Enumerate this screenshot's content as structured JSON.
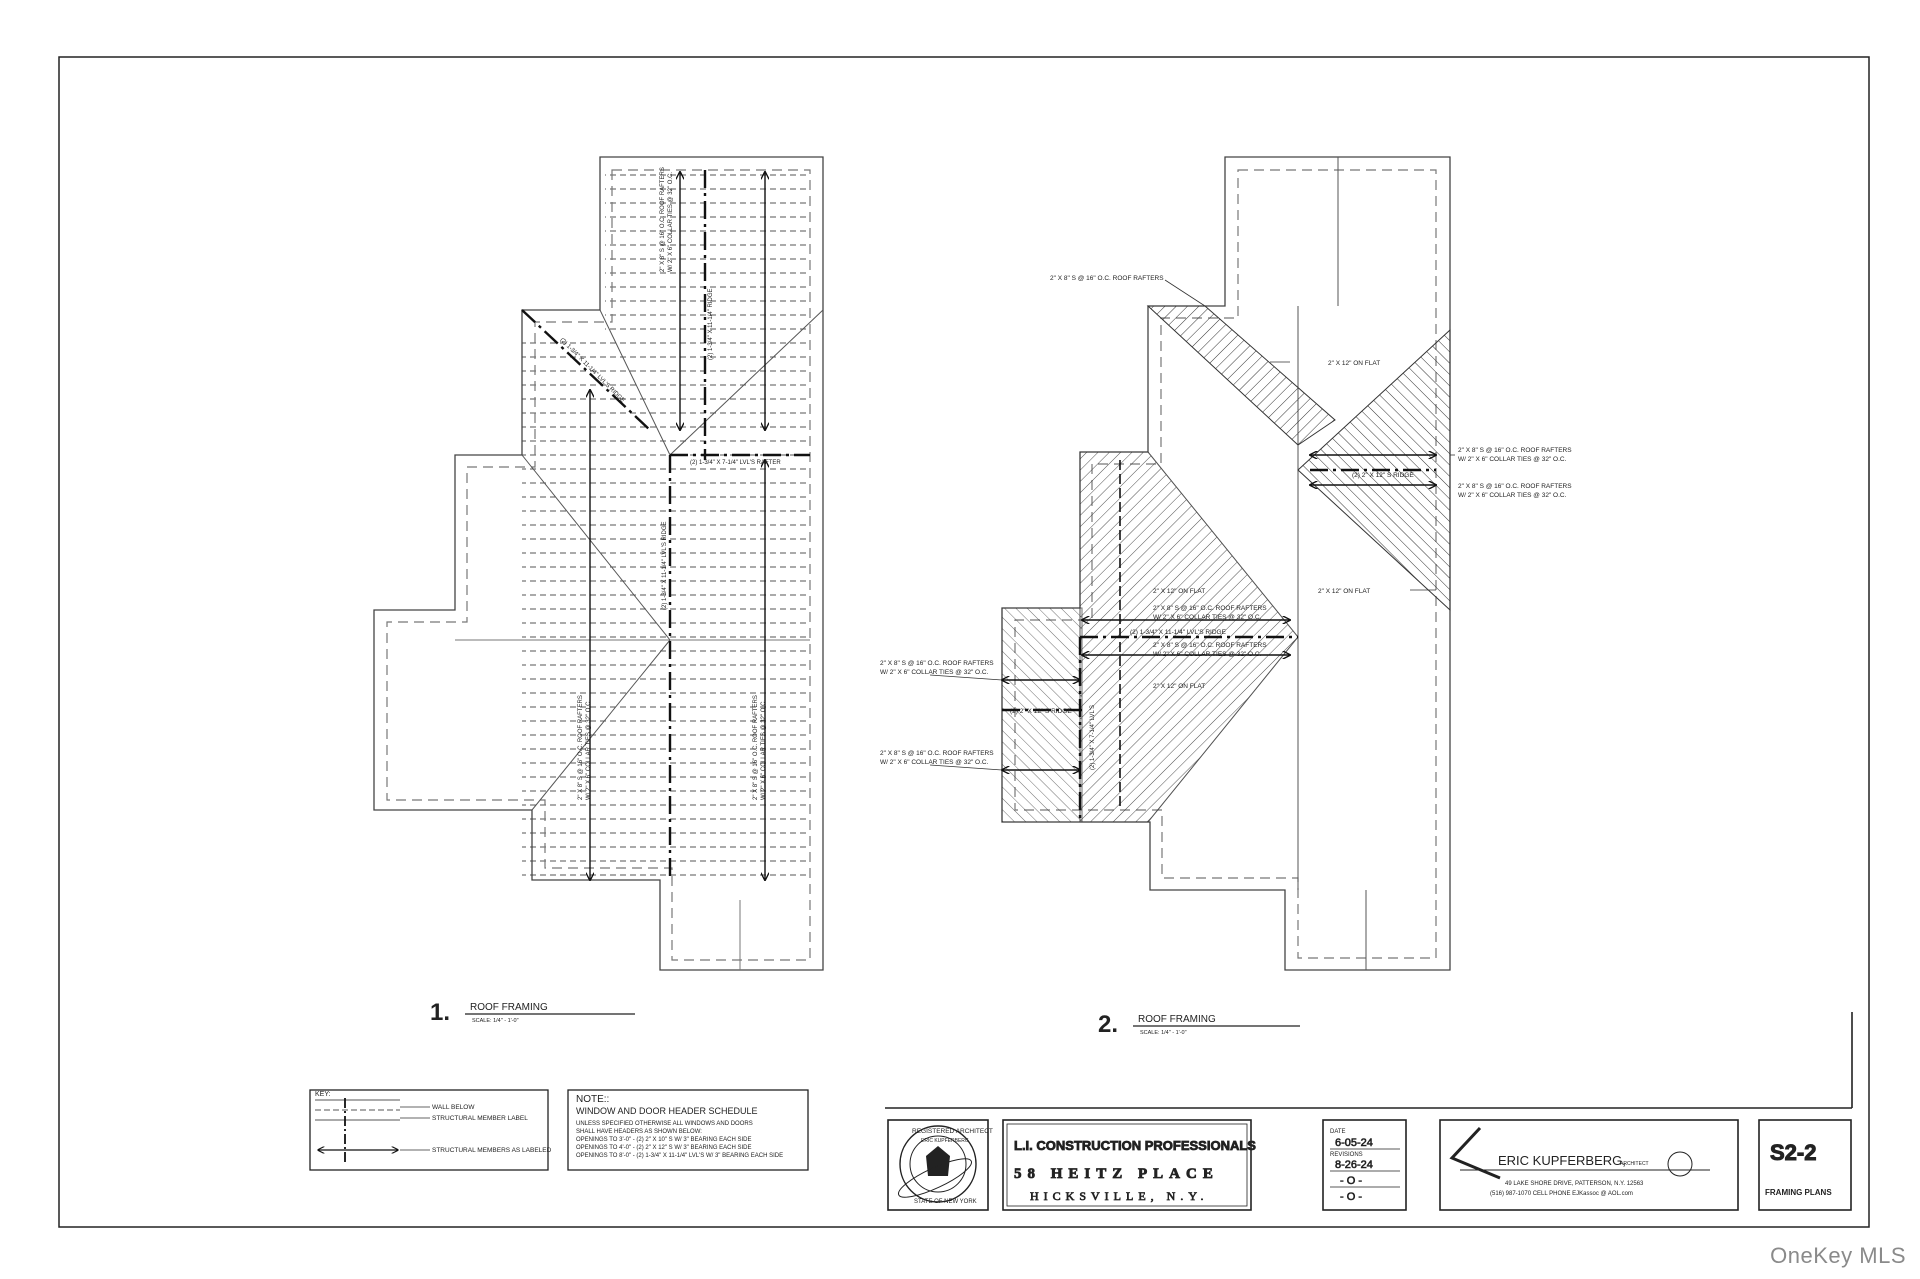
{
  "plan1": {
    "number": "1.",
    "title": "ROOF FRAMING",
    "scale": "SCALE:   1/4\" - 1'-0\"",
    "labels": {
      "lvl_ridge": "(2) 1-3/4\" X 11-1/4\" LVL'S RIDGE",
      "lvl_rafter": "(2) 1-3/4\" X 7-1/4\" LVL'S RAFTER",
      "lvl_ridge2": "(2) 1-3/4\" X 11-1/4\" LVL'S RIDGE",
      "rafters_a": "2\" X 8\" S @ 16\" O.C. ROOF RAFTERS",
      "ties_a": "W/ 2\" X 6\" COLLAR TIES @ 32\" O.C.",
      "ridge_top": "(2) 1-3/4\" X 11-1/4\" RIDGE"
    }
  },
  "plan2": {
    "number": "2.",
    "title": "ROOF FRAMING",
    "scale": "SCALE:   1/4\" - 1'-0\"",
    "labels": {
      "top_rafters": "2\" X 8\" S @ 16\" O.C. ROOF RAFTERS",
      "flat_top": "2\" X 12\" ON FLAT",
      "right_rafters_1": "2\" X 8\" S @ 16\" O.C. ROOF RAFTERS",
      "right_ties_1": "W/ 2\" X 6\" COLLAR TIES @ 32\" O.C.",
      "right_rafters_2": "2\" X 8\" S @ 16\" O.C. ROOF RAFTERS",
      "right_ties_2": "W/ 2\" X 6\" COLLAR TIES @ 32\" O.C.",
      "right_ridge": "(2) 2\" X 12\" S RIDGE",
      "flat_right": "2\" X 12\" ON FLAT",
      "flat_mid": "2\" X 12\" ON FLAT",
      "mid_rafters_1": "2\" X 8\" S @ 16\" O.C. ROOF RAFTERS",
      "mid_ties_1": "W/ 2\" X 6\" COLLAR TIES @ 32\" O.C.",
      "mid_ridge": "(2) 1-3/4\" X 11-1/4\" LVL'S RIDGE",
      "mid_rafters_2": "2\" X 8\" S @ 16\" O.C. ROOF RAFTERS",
      "mid_ties_2": "W/ 2\" X 6\" COLLAR TIES @ 32\" O.C.",
      "flat_low": "2\" X 12\" ON FLAT",
      "left_rafters_1": "2\" X 8\" S @ 16\" O.C. ROOF RAFTERS",
      "left_ties_1": "W/ 2\" X 6\" COLLAR TIES @ 32\" O.C.",
      "left_ridge": "(2) 2\" X 12\" S RIDGE",
      "left_rafters_2": "2\" X 8\" S @ 16\" O.C. ROOF RAFTERS",
      "left_ties_2": "W/ 2\" X 6\" COLLAR TIES @ 32\" O.C.",
      "lvl_vert": "(2) 1-3/4\" X 7-1/4\" LVL'S"
    }
  },
  "key": {
    "title": "KEY:",
    "wall_below": "WALL BELOW",
    "member_label": "STRUCTURAL MEMBER LABEL",
    "members_labeled": "STRUCTURAL MEMBERS AS LABELED"
  },
  "note": {
    "title": "NOTE::",
    "heading": "WINDOW AND DOOR HEADER SCHEDULE",
    "lines": [
      "UNLESS SPECIFIED OTHERWISE ALL WINDOWS AND DOORS",
      "SHALL HAVE HEADERS AS SHOWN BELOW:",
      "OPENINGS TO 3'-0\" - (2) 2\" X 10\" S W/ 3\" BEARING EACH SIDE",
      "OPENINGS TO 4'-0\" - (2) 2\" X 12\" S W/ 3\" BEARING EACH SIDE",
      "OPENINGS TO 8'-0\" - (2) 1-3/4\" X 11-1/4\" LVL'S W/ 3\" BEARING EACH SIDE"
    ]
  },
  "seal": {
    "top_text": "REGISTERED ARCHITECT",
    "name": "ERIC KUPFERBERG",
    "state": "STATE OF NEW YORK"
  },
  "project": {
    "company": "L.I. CONSTRUCTION PROFESSIONALS",
    "address": "58 HEITZ PLACE",
    "city": "HICKSVILLE, N.Y."
  },
  "dates": {
    "date_label": "DATE",
    "date": "6-05-24",
    "revisions_label": "REVISIONS",
    "rev1": "8-26-24",
    "rev2": "- O -",
    "rev3": "- O -"
  },
  "architect": {
    "name": "ERIC KUPFERBERG,",
    "title": "ARCHITECT",
    "address": "49 LAKE SHORE DRIVE, PATTERSON, N.Y. 12563",
    "contact": "(516) 987-1070  CELL PHONE    EJKassoc @ AOL.com"
  },
  "sheet": {
    "number": "S2-2",
    "title": "FRAMING PLANS"
  },
  "watermark": "OneKey MLS"
}
